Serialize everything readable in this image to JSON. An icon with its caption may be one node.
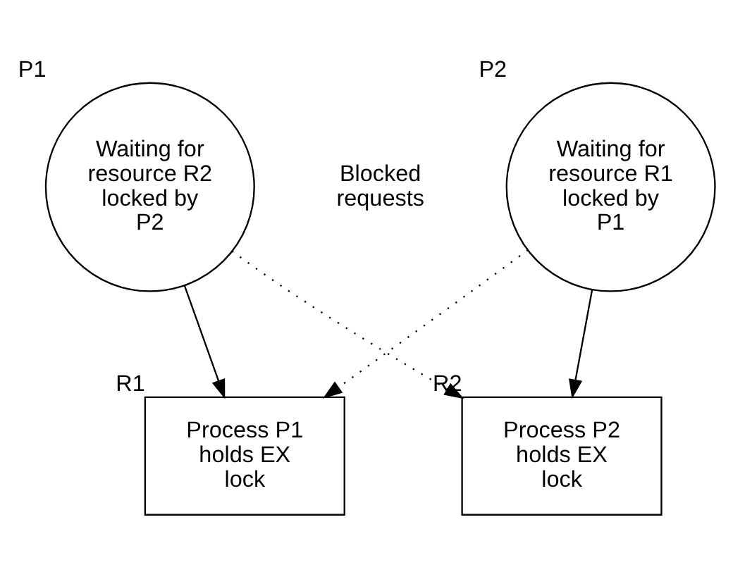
{
  "diagram": {
    "nodes": [
      {
        "text": [
          "Waiting for resource R2 locked by P2"
        ],
        "beside": [
          "P1"
        ]
      },
      {
        "text": [
          "Waiting for resource R1 locked by P1"
        ],
        "beside": [
          "P2"
        ]
      },
      {
        "text": [
          "Process P1 holds EX lock"
        ],
        "beside": [
          "R1"
        ]
      },
      {
        "text": [
          "Process P2 holds EX lock"
        ],
        "beside": [
          "R2"
        ]
      }
    ],
    "edges": [
      {
        "from": 0,
        "to": 2,
        "arrow": "to"
      },
      {
        "from": 1,
        "to": 3,
        "arrow": "to"
      },
      {
        "from": 0,
        "to": 3,
        "arrow": "to",
        "style": "dashed"
      },
      {
        "from": 1,
        "to": 2,
        "arrow": "to",
        "style": "dashed"
      }
    ],
    "labels": [
      "Blocked requests"
    ]
  }
}
